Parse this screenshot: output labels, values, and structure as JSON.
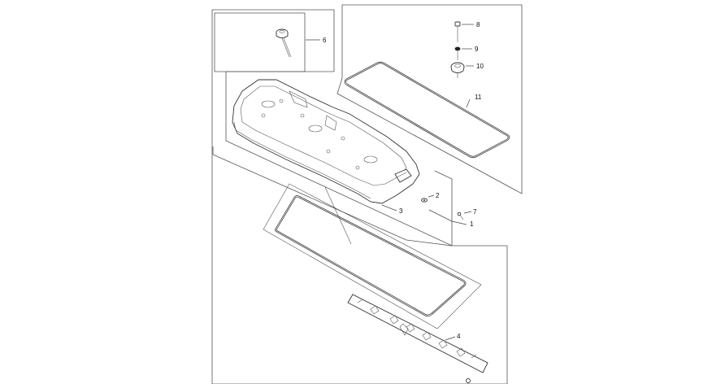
{
  "callouts": {
    "c1": "1",
    "c2": "2",
    "c3": "3",
    "c4": "4",
    "c6": "6",
    "c7": "7",
    "c8": "8",
    "c9": "9",
    "c10": "10",
    "c11": "11"
  },
  "colors": {
    "line": "#333333",
    "background": "#ffffff"
  }
}
